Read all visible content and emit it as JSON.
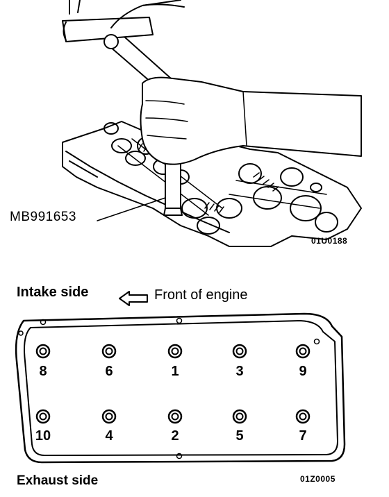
{
  "figure1": {
    "tool_label": "MB991653",
    "figure_code": "01U0188"
  },
  "figure2": {
    "intake_label": "Intake side",
    "front_label": "Front of engine",
    "exhaust_label": "Exhaust side",
    "figure_code": "01Z0005",
    "arrow_icon": "left-arrow-icon",
    "bolt_numbers": {
      "top": [
        "8",
        "6",
        "1",
        "3",
        "9"
      ],
      "bottom": [
        "10",
        "4",
        "2",
        "5",
        "7"
      ]
    }
  }
}
